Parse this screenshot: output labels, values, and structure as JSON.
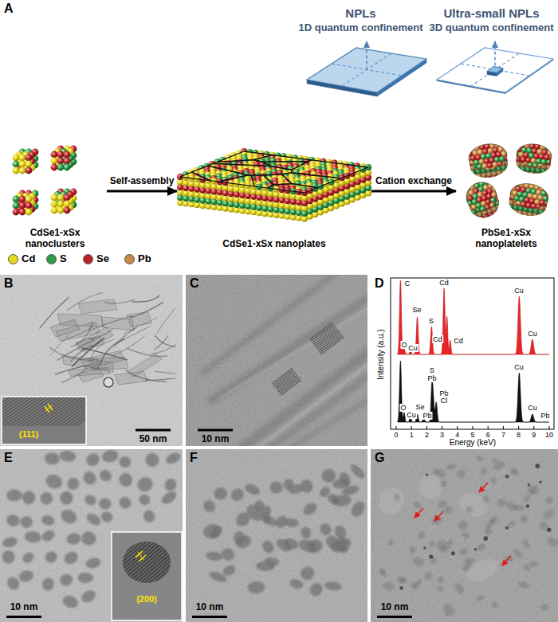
{
  "diagram": {
    "nodes": [
      {
        "text": [
          "A"
        ]
      },
      {
        "text": [
          "NPLs",
          "1D quantum confinement"
        ],
        "in": 0
      },
      {
        "text": [
          "Ultra-small NPLs",
          "3D quantum confinement"
        ],
        "in": 0
      },
      {
        "text": [
          "CdSe1-xSx nanoclusters"
        ],
        "in": 0
      },
      {
        "text": [
          "CdSe1-xSx nanoplates"
        ],
        "in": 0
      },
      {
        "text": [
          "PbSe1-xSx nanoplatelets"
        ],
        "in": 0
      },
      {
        "text": [
          "B"
        ]
      },
      {
        "text": [
          "C"
        ]
      },
      {
        "text": [
          "D"
        ]
      },
      {
        "text": [
          "E"
        ]
      },
      {
        "text": [
          "F"
        ]
      },
      {
        "text": [
          "G"
        ]
      }
    ],
    "edges": [
      {
        "from": 3,
        "to": 4,
        "label": "Self-assembly",
        "arrow": "to"
      },
      {
        "from": 4,
        "to": 5,
        "label": "Cation exchange",
        "arrow": "to"
      }
    ],
    "labels": [
      "(111)",
      "50 nm",
      "10 nm",
      "Intensity (a.u.)",
      "Energy (keV)",
      "0",
      "1",
      "2",
      "3",
      "4",
      "5",
      "6",
      "7",
      "8",
      "9",
      "10",
      "C",
      "O",
      "Cu",
      "Se",
      "S",
      "Cd",
      "Cd",
      "Cd",
      "Cu",
      "Cu",
      "O",
      "Cu",
      "Se",
      "Pb",
      "S",
      "Pb",
      "Pb",
      "Cl",
      "Cu",
      "Cu",
      "Pb",
      "(200)",
      "10 nm",
      "10 nm",
      "10 nm"
    ],
    "legend": [
      {
        "text": "Cd",
        "color": "#e8d820"
      },
      {
        "text": "S",
        "color": "#2e9e48"
      },
      {
        "text": "Se",
        "color": "#b8252a"
      },
      {
        "text": "Pb",
        "color": "#c88a48"
      }
    ]
  }
}
